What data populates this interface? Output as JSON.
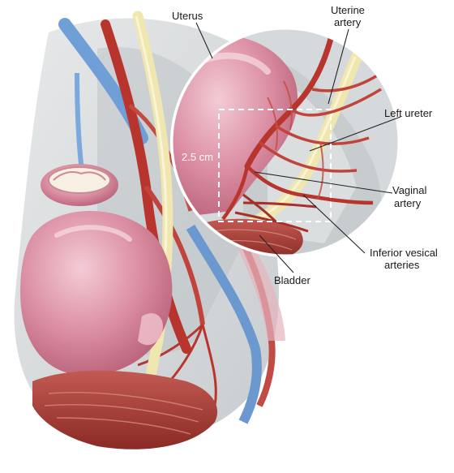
{
  "labels": {
    "uterus": "Uterus",
    "uterine_artery_line1": "Uterine",
    "uterine_artery_line2": "artery",
    "left_ureter": "Left ureter",
    "vaginal_artery_line1": "Vaginal",
    "vaginal_artery_line2": "artery",
    "inferior_vesical_line1": "Inferior vesical",
    "inferior_vesical_line2": "arteries",
    "bladder": "Bladder",
    "scale": "2.5 cm"
  },
  "colors": {
    "tissue_pink": "#d98aa0",
    "tissue_light": "#f0c6cf",
    "artery_red": "#b8352e",
    "vein_blue": "#6f9fd6",
    "ureter_cream": "#efe6b0",
    "muscle_red": "#9a2f2a",
    "fascia_grey": "#cfd3d6"
  }
}
